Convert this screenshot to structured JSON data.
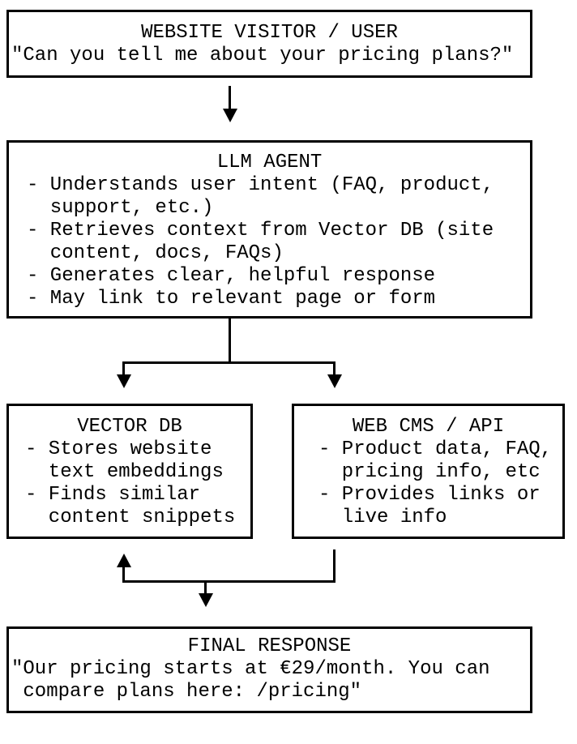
{
  "page": {
    "background_color": "#ffffff",
    "ink_color": "#000000"
  },
  "nodes": {
    "visitor": {
      "title": "WEBSITE VISITOR / USER",
      "body": "\"Can you tell me about your pricing plans?\""
    },
    "llm_agent": {
      "title": "LLM AGENT",
      "body": "- Understands user intent (FAQ, product,\n  support, etc.)\n- Retrieves context from Vector DB (site\n  content, docs, FAQs)\n- Generates clear, helpful response\n- May link to relevant page or form"
    },
    "vector_db": {
      "title": "VECTOR DB",
      "body": "- Stores website\n  text embeddings\n- Finds similar\n  content snippets"
    },
    "web_cms": {
      "title": "WEB CMS / API",
      "body": "- Product data, FAQ,\n  pricing info, etc\n- Provides links or\n  live info"
    },
    "final_response": {
      "title": "FINAL RESPONSE",
      "body": "\"Our pricing starts at €29/month. You can\n compare plans here: /pricing\""
    }
  },
  "connections": [
    {
      "from": "visitor",
      "to": "llm_agent",
      "direction": "down"
    },
    {
      "from": "llm_agent",
      "to": "vector_db",
      "direction": "down"
    },
    {
      "from": "llm_agent",
      "to": "web_cms",
      "direction": "down"
    },
    {
      "from": "web_cms",
      "to": "vector_db",
      "direction": "up"
    },
    {
      "from": "web_cms",
      "to": "final_response",
      "direction": "down"
    }
  ]
}
